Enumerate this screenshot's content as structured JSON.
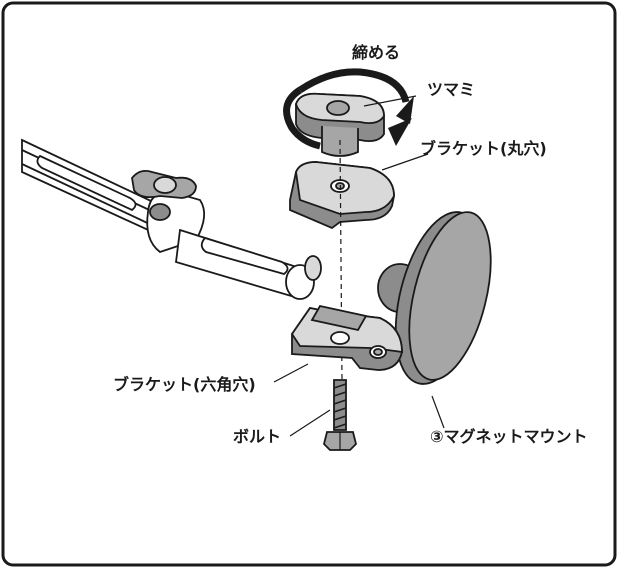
{
  "labels": {
    "tighten": "締める",
    "knob": "ツマミ",
    "bracket_round": "ブラケット(丸穴)",
    "bracket_hex": "ブラケット(六角穴)",
    "bolt": "ボルト",
    "magnet_mount": "③マグネットマウント"
  },
  "colors": {
    "frame": "#1a1a1a",
    "part_fill": "#d9d9d9",
    "part_dark": "#8c8c8c",
    "part_mid": "#a6a6a6",
    "line": "#1a1a1a"
  }
}
